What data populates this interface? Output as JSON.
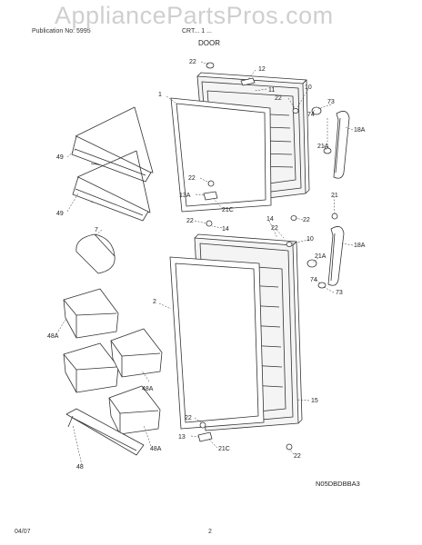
{
  "header": {
    "publication": "Publication No: 5995",
    "model_code": "CRT... 1 ...",
    "watermark": "AppliancePartsPros.com",
    "title": "DOOR"
  },
  "diagram_code": "N05DBDBBA3",
  "footer": {
    "date": "04/07",
    "page": "2"
  },
  "callouts": {
    "c22a": "22",
    "c12": "12",
    "c1": "1",
    "c11": "11",
    "c10a": "10",
    "c22b": "22",
    "c73a": "73",
    "c74a": "74",
    "c18a": "18A",
    "c21a": "21A",
    "c49a": "49",
    "c49b": "49",
    "c22c": "22",
    "c13a": "13A",
    "c21c_a": "21C",
    "c21": "21",
    "c22d": "22",
    "c14a": "14",
    "c22e": "22",
    "c14b": "14",
    "c7": "7",
    "c22f": "22",
    "c10b": "10",
    "c18b": "18A",
    "c21b": "21A",
    "c74b": "74",
    "c73b": "73",
    "c2": "2",
    "c48a": "48A",
    "c48b": "48A",
    "c48c": "48A",
    "c15": "15",
    "c22g": "22",
    "c13": "13",
    "c21c_b": "21C",
    "c22h": "22",
    "c48": "48"
  }
}
